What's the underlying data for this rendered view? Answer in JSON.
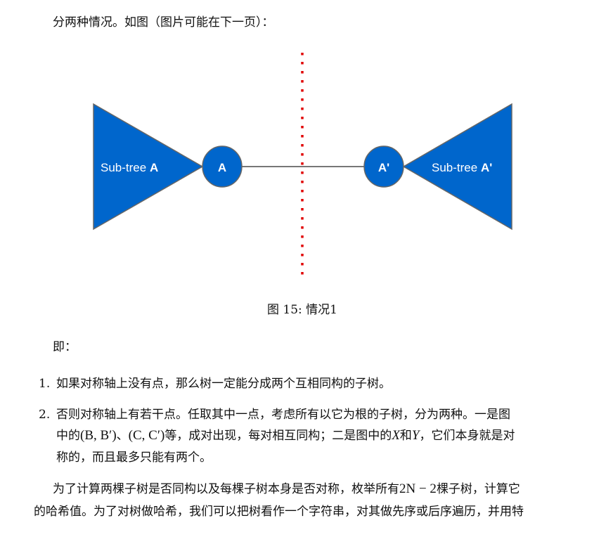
{
  "intro": "分两种情况。如图（图片可能在下一页）：",
  "figure": {
    "left_subtree_label": "Sub-tree ",
    "left_subtree_bold": "A",
    "left_node": "A",
    "right_node": "A'",
    "right_subtree_label": "Sub-tree ",
    "right_subtree_bold": "A'",
    "node_color": "#0066cc",
    "axis_color": "#e00000",
    "caption": "图 15: 情况1"
  },
  "ie": "即：",
  "list": [
    {
      "num": "1.",
      "text": "如果对称轴上没有点，那么树一定能分成两个互相同构的子树。"
    },
    {
      "num": "2.",
      "l1": "否则对称轴上有若干点。任取其中一点，考虑所有以它为根的子树，分为两种。一是图",
      "l2a": "中的",
      "m1": "(B, B′)",
      "l2b": "、",
      "m2": "(C, C′)",
      "l2c": "等，成对出现，每对相互同构；二是图中的",
      "mX": "X",
      "l2d": "和",
      "mY": "Y",
      "l2e": "，它们本身就是对",
      "l3": "称的，而且最多只能有两个。"
    }
  ],
  "para": {
    "l1a": "为了计算两棵子树是否同构以及每棵子树本身是否对称，枚举所有",
    "m": "2N − 2",
    "l1b": "棵子树，计算它",
    "l2": "的哈希值。为了对树做哈希，我们可以把树看作一个字符串，对其做先序或后序遍历，并用特"
  }
}
